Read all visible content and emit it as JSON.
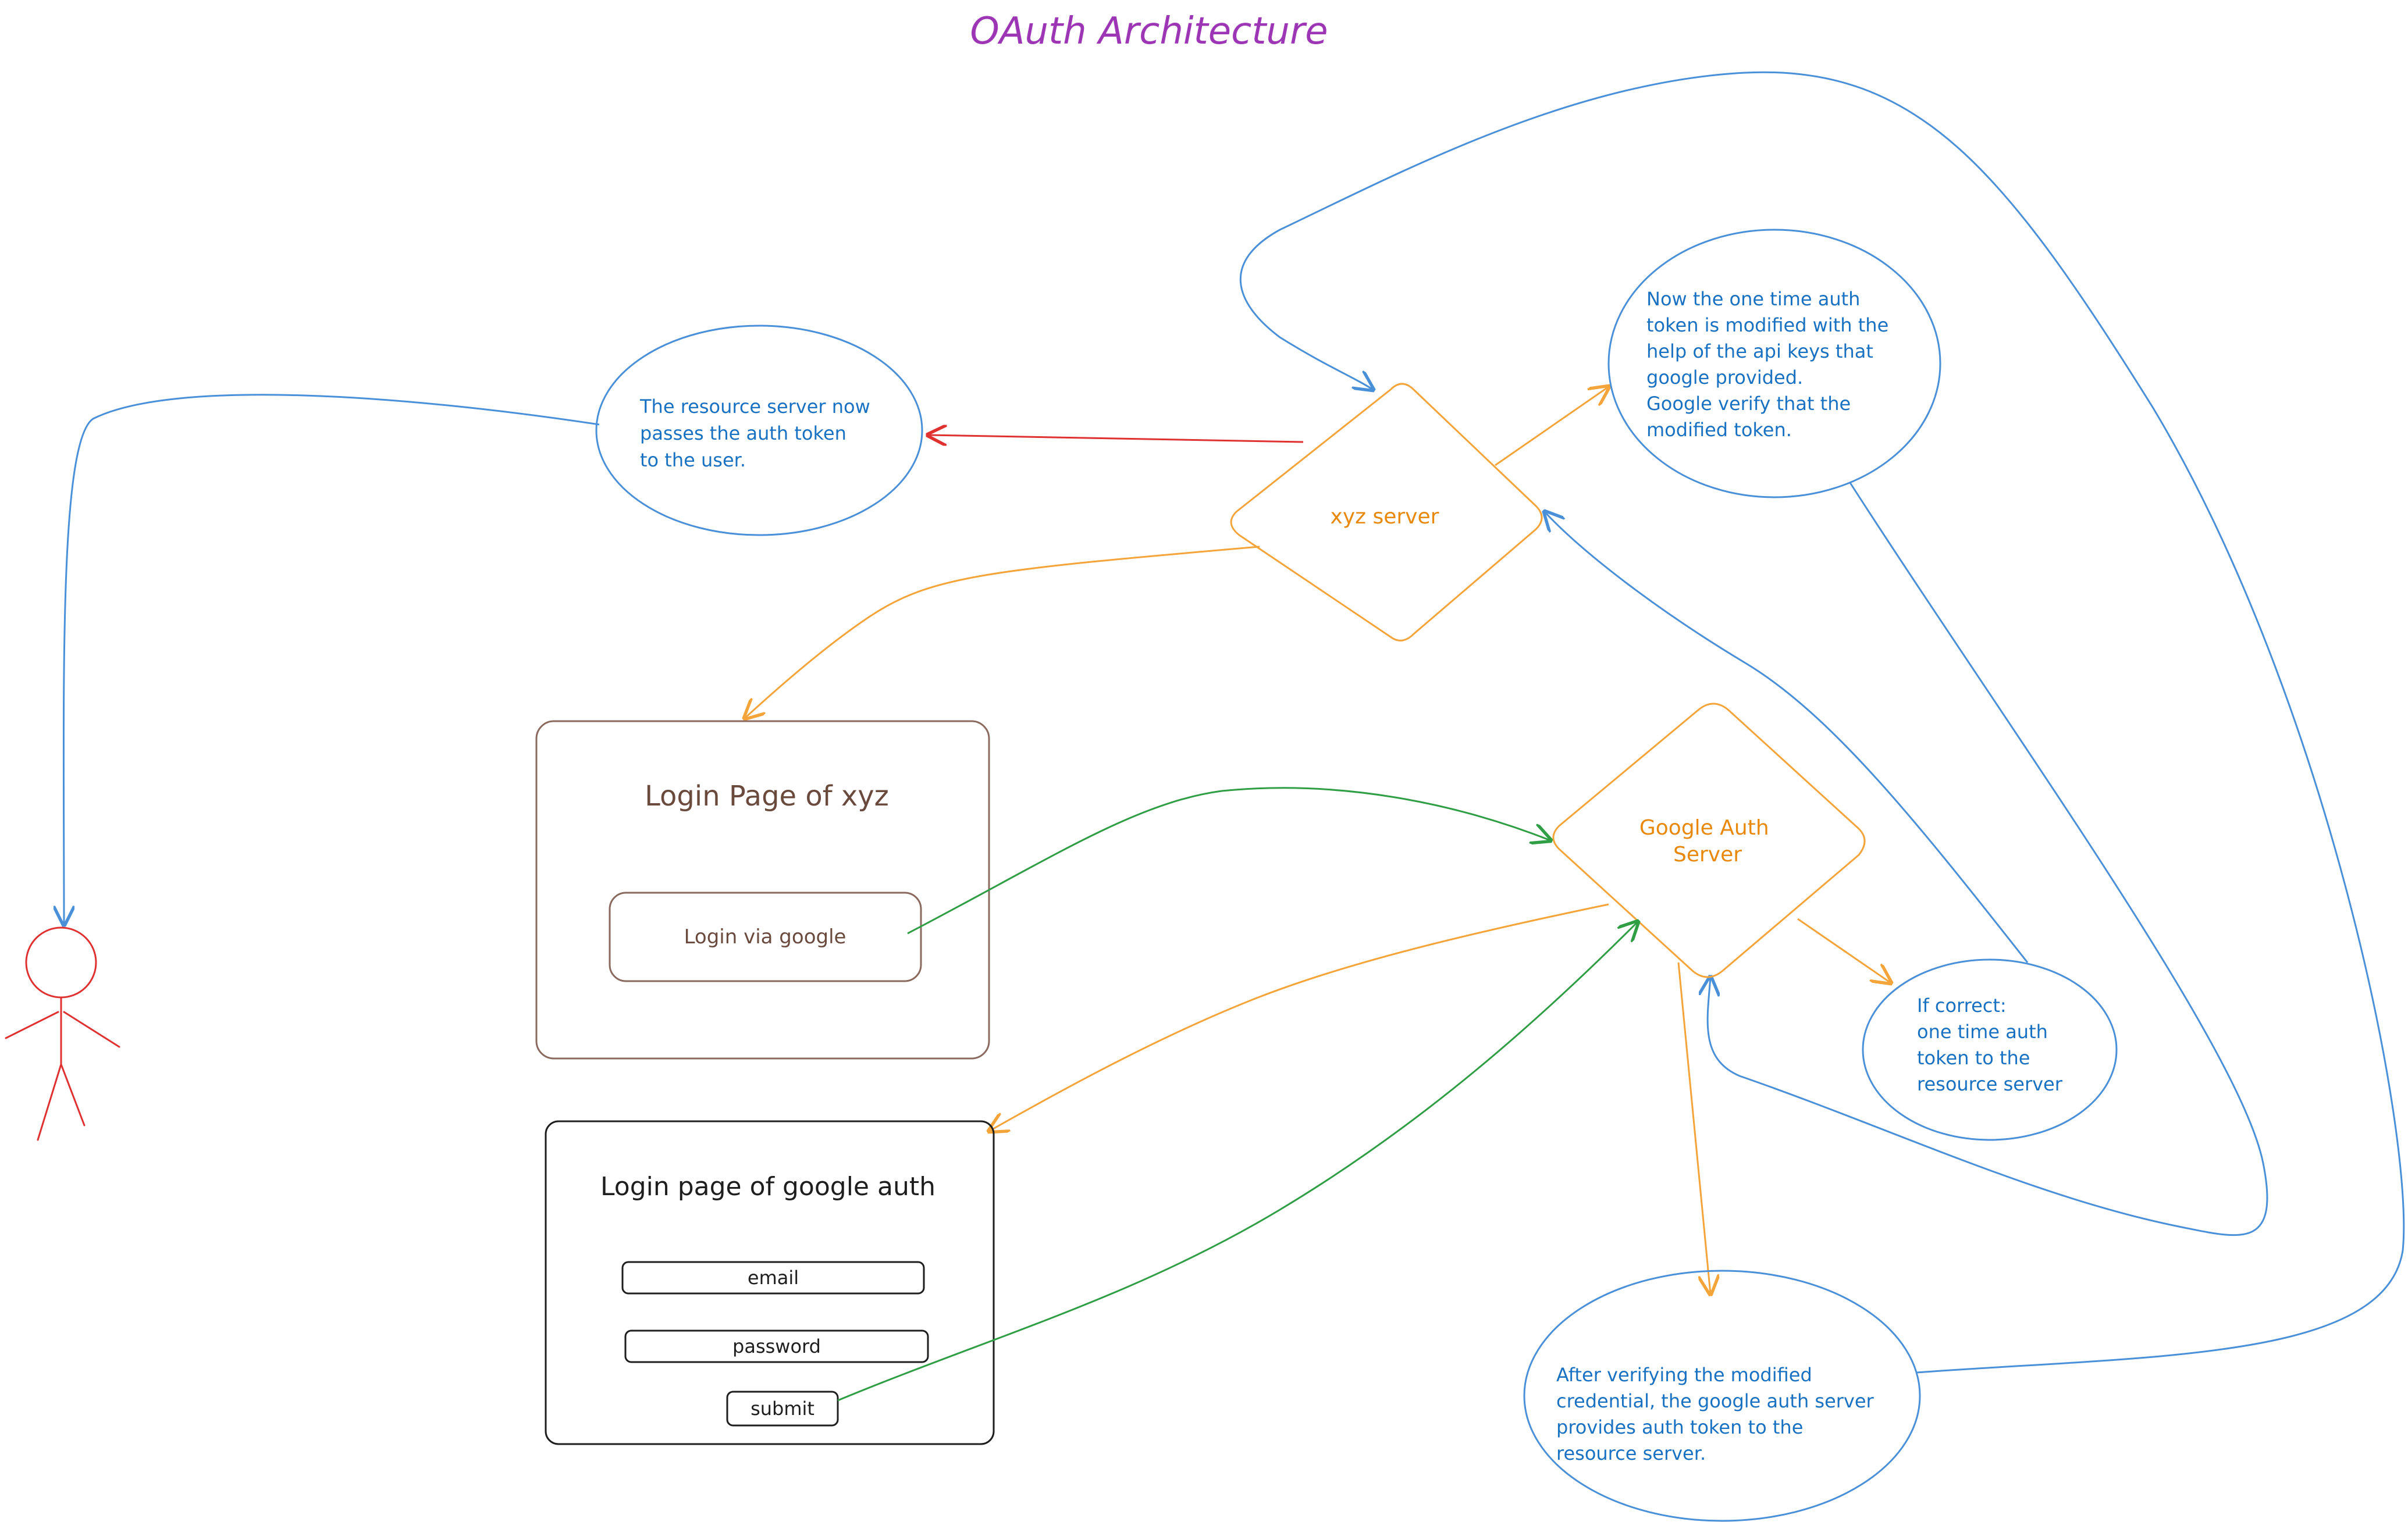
{
  "title": "OAuth Architecture",
  "nodes": {
    "xyz_server": "xyz server",
    "google_auth_server": [
      "Google Auth",
      "Server"
    ],
    "resource_passes_note": [
      "The resource server now",
      "passes the auth token",
      "to the user."
    ],
    "modified_token_note": [
      "Now the one time auth",
      "token is modified with the",
      "help of the api keys that",
      "google provided.",
      "Google verify that the",
      "modified token."
    ],
    "if_correct_note": [
      "If correct:",
      "one time auth",
      "token to the",
      "resource server"
    ],
    "after_verifying_note": [
      "After verifying the modified",
      "credential, the google auth server",
      "provides auth token to the",
      "resource server."
    ]
  },
  "xyz_login_page": {
    "title": "Login Page of xyz",
    "button_label": "Login via google"
  },
  "google_login_page": {
    "title": "Login page of google auth",
    "email_label": "email",
    "password_label": "password",
    "submit_label": "submit"
  },
  "colors": {
    "title": "#9c36b5",
    "blue": "#1971c2",
    "orange": "#e8890c",
    "red": "#e03131",
    "green": "#2f9e44",
    "brown": "#6b4a3e"
  }
}
